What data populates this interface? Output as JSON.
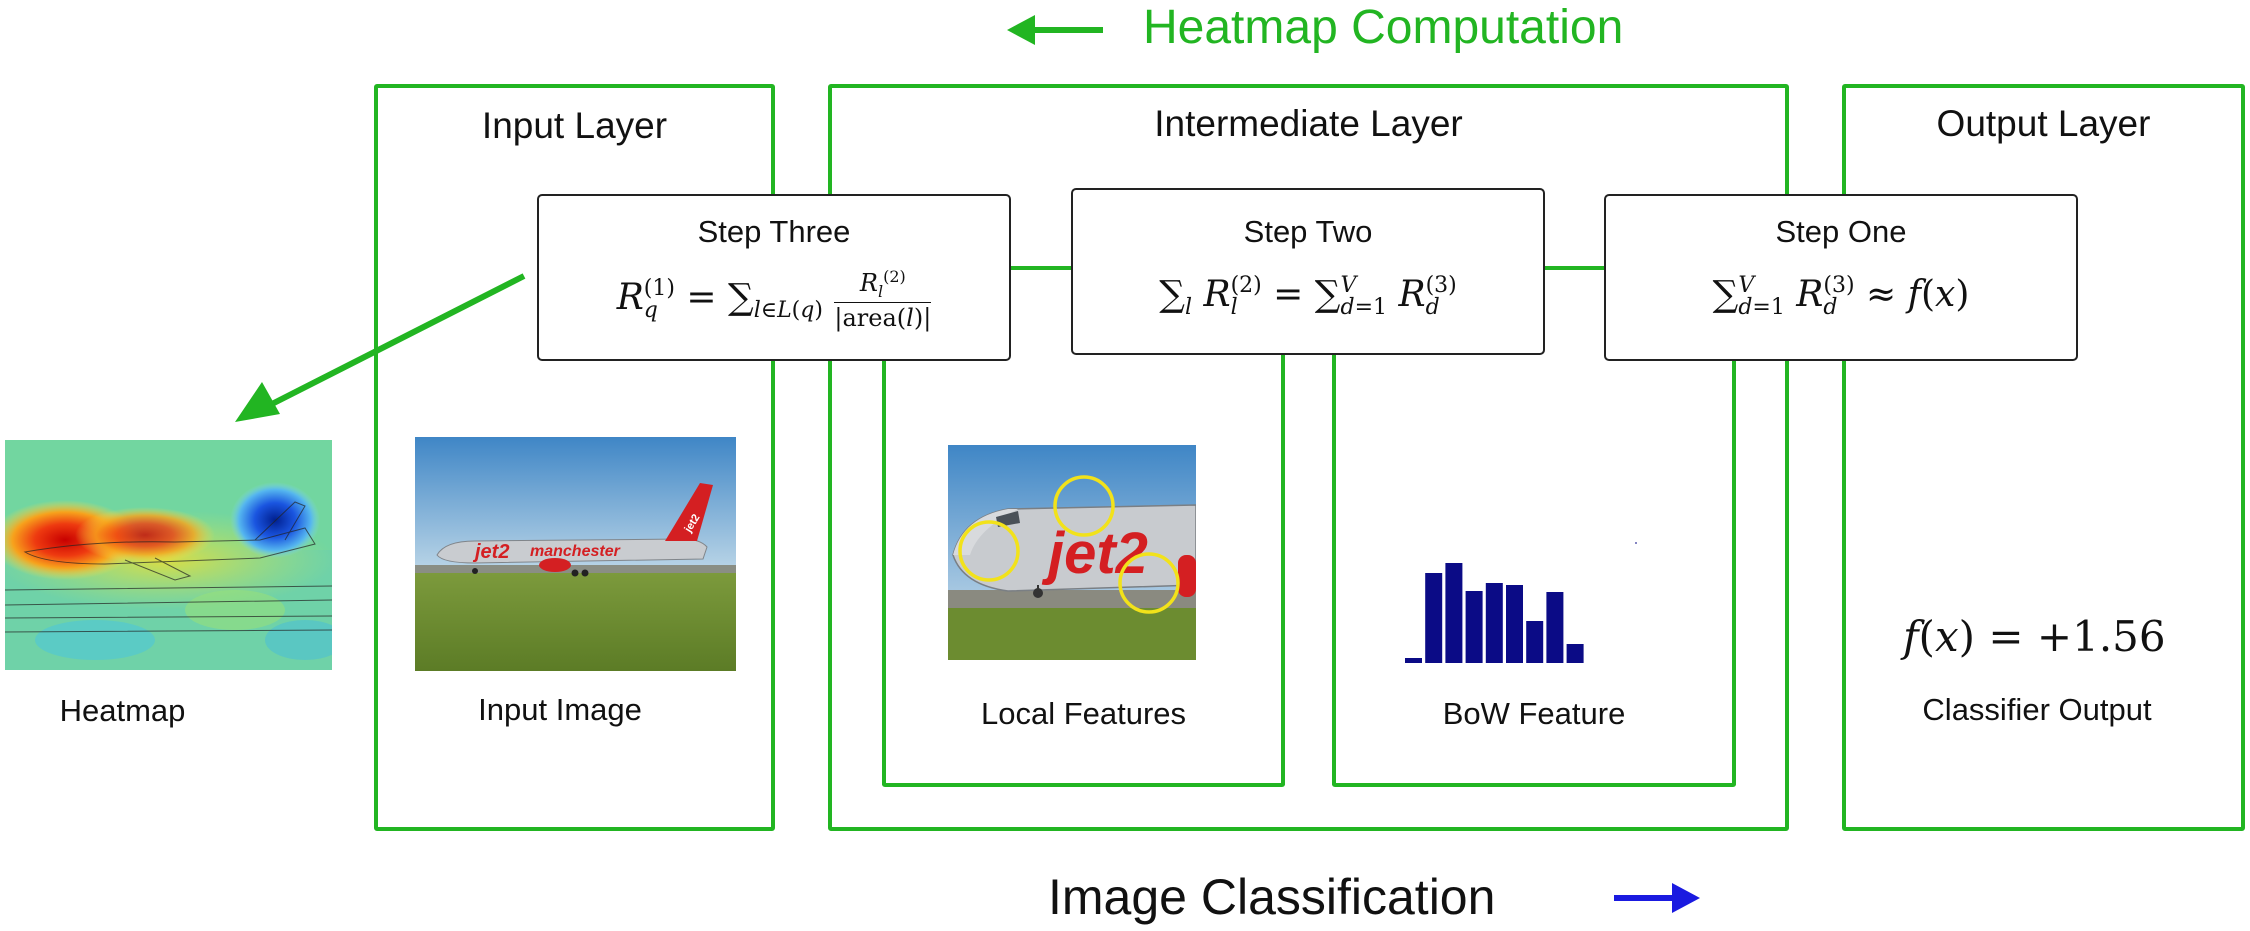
{
  "header": {
    "title": "Heatmap Computation"
  },
  "footer": {
    "title": "Image Classification"
  },
  "layers": {
    "input": "Input Layer",
    "intermediate": "Intermediate Layer",
    "output": "Output Layer"
  },
  "steps": {
    "three": {
      "title": "Step Three"
    },
    "two": {
      "title": "Step Two"
    },
    "one": {
      "title": "Step One"
    }
  },
  "captions": {
    "heatmap": "Heatmap",
    "input_image": "Input Image",
    "local_features": "Local Features",
    "bow_feature": "BoW Feature",
    "classifier_output": "Classifier Output"
  },
  "classifier": {
    "formula": "f(x) = +1.56"
  },
  "bow_histogram": {
    "values": [
      0.05,
      0.9,
      1.0,
      0.72,
      0.8,
      0.78,
      0.42,
      0.71,
      0.19
    ]
  },
  "colors": {
    "frame": "#22b522",
    "bars": "#0b0b86",
    "forward_arrow": "#1a1ae0",
    "backward_arrow": "#22b522"
  },
  "image_text": {
    "airline_logo": "jet2",
    "livery_text": "manchester"
  }
}
